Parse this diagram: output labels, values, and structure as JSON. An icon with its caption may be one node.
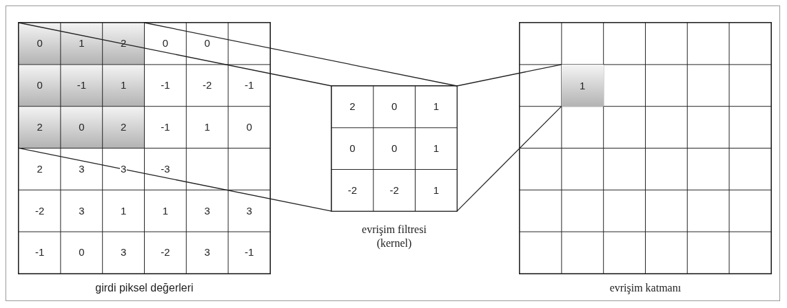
{
  "diagram": {
    "nodes": [
      {
        "text": [
          "girdi piksel değerleri"
        ]
      },
      {
        "text": [],
        "shape": "box",
        "in": 0
      },
      {
        "text": [
          "evrişim filtresi (kernel)"
        ]
      },
      {
        "text": [
          "evrişim katmanı"
        ]
      },
      {
        "text": [
          "1"
        ],
        "in": 3
      }
    ],
    "edges": [
      {
        "from": 1,
        "to": 2,
        "arrow": "none"
      },
      {
        "from": 1,
        "to": 2,
        "arrow": "none"
      },
      {
        "from": 1,
        "to": 2,
        "arrow": "none"
      },
      {
        "from": 2,
        "to": 4,
        "arrow": "none"
      },
      {
        "from": 2,
        "to": 4,
        "arrow": "none"
      }
    ],
    "labels": [
      "0",
      "1",
      "2",
      "0",
      "0",
      "0",
      "-1",
      "1",
      "-1",
      "-2",
      "-1",
      "2",
      "0",
      "2",
      "-1",
      "1",
      "0",
      "2",
      "3",
      "3",
      "-3",
      "-2",
      "3",
      "1",
      "1",
      "3",
      "3",
      "-1",
      "0",
      "3",
      "-2",
      "3",
      "-1",
      "2",
      "0",
      "1",
      "0",
      "0",
      "1",
      "-2",
      "-2",
      "1"
    ]
  }
}
